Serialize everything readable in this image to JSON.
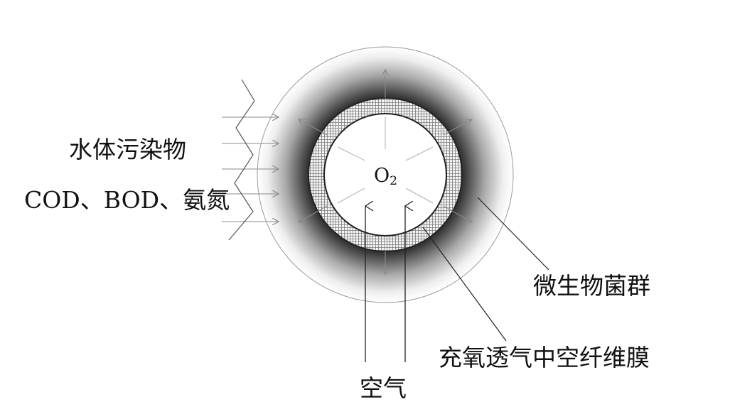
{
  "labels": {
    "pollutants": "水体污染物",
    "pollutant_types": "COD、BOD、氨氮",
    "oxygen_main": "O",
    "oxygen_sub": "2",
    "microbes": "微生物菌群",
    "membrane": "充氧透气中空纤维膜",
    "air": "空气"
  },
  "colors": {
    "line": "#333333",
    "arrow": "#888888",
    "biofilm_dark": "#2a2a2a",
    "biofilm_light": "#ffffff"
  },
  "icons": {
    "membrane_pattern": "cross-hatch-pattern",
    "arrows": "arrow-icon"
  }
}
